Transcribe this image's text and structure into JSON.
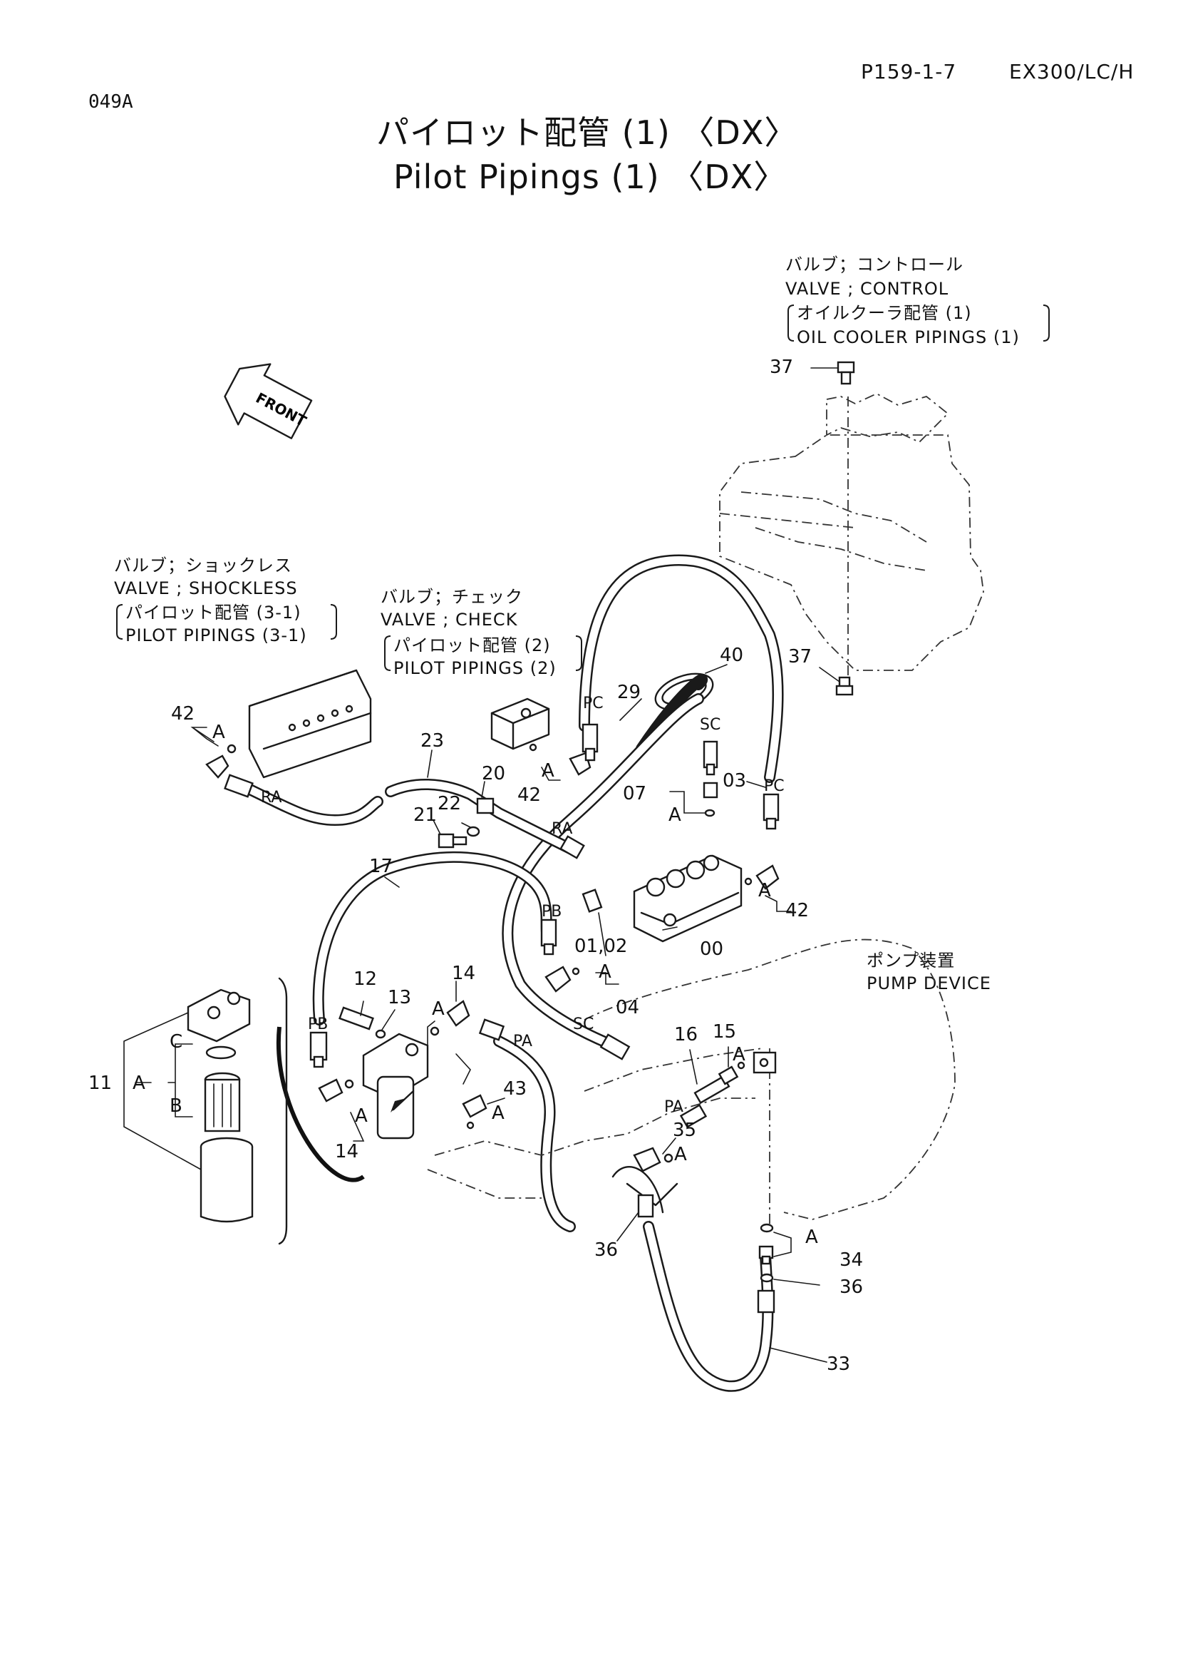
{
  "header": {
    "doc_code": "049A",
    "page_ref": "P159-1-7",
    "model": "EX300/LC/H"
  },
  "title": {
    "jp": "パイロット配管 (1) 〈DX〉",
    "en": "Pilot Pipings (1) 〈DX〉"
  },
  "front_arrow": "FRONT",
  "notes": {
    "control_valve": {
      "jp": "バルブ；コントロール",
      "en": "VALVE ; CONTROL",
      "ref_jp": "オイルクーラ配管 (1)",
      "ref_en": "OIL COOLER PIPINGS (1)"
    },
    "shockless_valve": {
      "jp": "バルブ；ショックレス",
      "en": "VALVE ; SHOCKLESS",
      "ref_jp": "パイロット配管 (3-1)",
      "ref_en": "PILOT PIPINGS (3-1)"
    },
    "check_valve": {
      "jp": "バルブ；チェック",
      "en": "VALVE ; CHECK",
      "ref_jp": "パイロット配管 (2)",
      "ref_en": "PILOT PIPINGS (2)"
    },
    "pump_device": {
      "jp": "ポンプ装置",
      "en": "PUMP DEVICE"
    }
  },
  "callouts": {
    "c37a": "37",
    "c37b": "37",
    "c40": "40",
    "c29": "29",
    "c03": "03",
    "c07": "07",
    "c23": "23",
    "c20": "20",
    "c21": "21",
    "c22": "22",
    "c17": "17",
    "c12": "12",
    "c13": "13",
    "c14a": "14",
    "c14b": "14",
    "c16": "16",
    "c15": "15",
    "c43": "43",
    "c35": "35",
    "c36a": "36",
    "c36b": "36",
    "c34": "34",
    "c33": "33",
    "c42a": "42",
    "c42b": "42",
    "c42c": "42",
    "c00": "00",
    "c0102": "01,02",
    "c04": "04",
    "c11": "11"
  },
  "port_labels": {
    "pc1": "PC",
    "pc2": "PC",
    "sc1": "SC",
    "sc2": "SC",
    "ra1": "RA",
    "ra2": "RA",
    "pb1": "PB",
    "pb2": "PB",
    "pa1": "PA",
    "pa2": "PA"
  },
  "letter_labels": {
    "a": "A",
    "b": "B",
    "c": "C"
  }
}
